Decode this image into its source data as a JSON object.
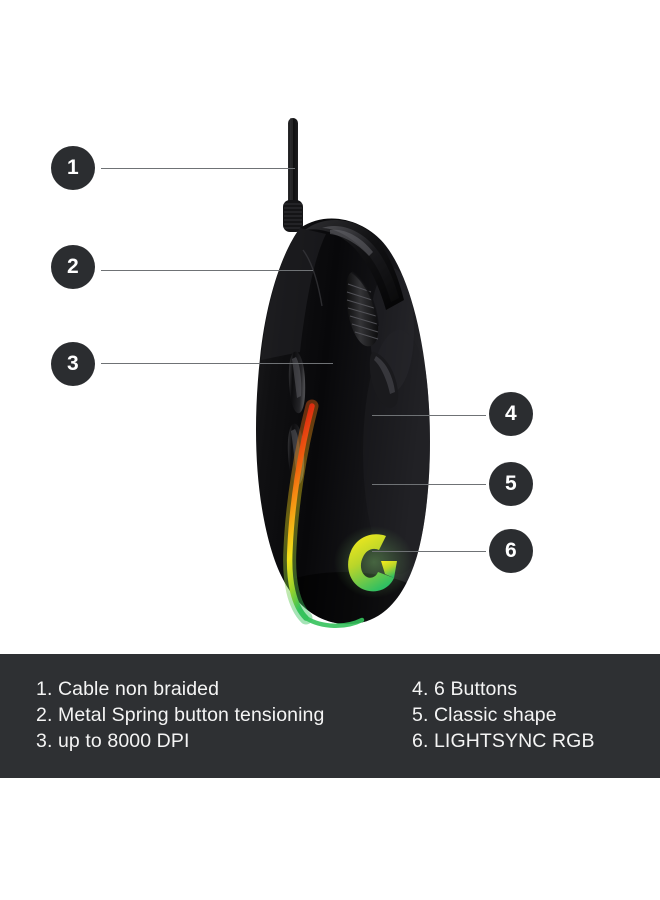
{
  "product": {
    "type": "gaming-mouse",
    "brand_logo": "G-logo",
    "body_color": "#0a0a0a",
    "rgb_strip_colors": [
      "#e03010",
      "#f05a10",
      "#f5a515",
      "#f2e21a",
      "#9ad32a",
      "#35c25c"
    ],
    "logo_gradient": [
      "#f2e21a",
      "#2fbf62"
    ]
  },
  "callouts": [
    {
      "number": "1",
      "side": "left"
    },
    {
      "number": "2",
      "side": "left"
    },
    {
      "number": "3",
      "side": "left"
    },
    {
      "number": "4",
      "side": "right"
    },
    {
      "number": "5",
      "side": "right"
    },
    {
      "number": "6",
      "side": "right"
    }
  ],
  "caption": {
    "background_color": "#2e3033",
    "text_color": "#f4f4f4",
    "left_column": [
      "1. Cable non braided",
      "2. Metal Spring button tensioning",
      "3. up to 8000 DPI"
    ],
    "right_column": [
      "4. 6 Buttons",
      "5. Classic shape",
      "6. LIGHTSYNC RGB"
    ]
  }
}
